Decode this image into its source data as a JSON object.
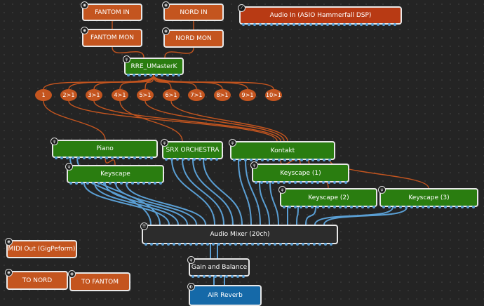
{
  "nodes": {
    "fantom_in": "FANTOM IN",
    "fantom_mon": "FANTOM MON",
    "nord_in": "NORD IN",
    "nord_mon": "NORD MON",
    "audio_in": "Audio In (ASIO Hammerfall DSP)",
    "rre": "RRE_UMasterK",
    "piano": "Piano",
    "srx": "SRX ORCHESTRA",
    "kontakt": "Kontakt",
    "keyscape": "Keyscape",
    "keyscape1": "Keyscape (1)",
    "keyscape2": "Keyscape (2)",
    "keyscape3": "Keyscape (3)",
    "mixer": "Audio Mixer (20ch)",
    "midi_out": "MIDI Out (GigPeform)",
    "to_nord": "TO NORD",
    "to_fantom": "TO FANTOM",
    "gain": "Gain and Balance",
    "air": "AIR Reverb"
  },
  "buses": [
    "1",
    "2>1",
    "3>1",
    "4>1",
    "5>1",
    "6>1",
    "7>1",
    "8>1",
    "9>1",
    "10>1"
  ],
  "icons": {
    "midi": "midi-plug-icon",
    "audio": "audio-plug-icon",
    "plugin": "plugin-icon",
    "mixer": "mixer-icon"
  },
  "colors": {
    "background": "#242424",
    "midi_node": "#c4551f",
    "audio_in_node": "#b83a14",
    "instrument_node": "#2a7d10",
    "utility_node": "#2c2c2c",
    "effect_node": "#1569a8",
    "midi_wire": "#c4551f",
    "audio_wire": "#5a9fd4"
  }
}
